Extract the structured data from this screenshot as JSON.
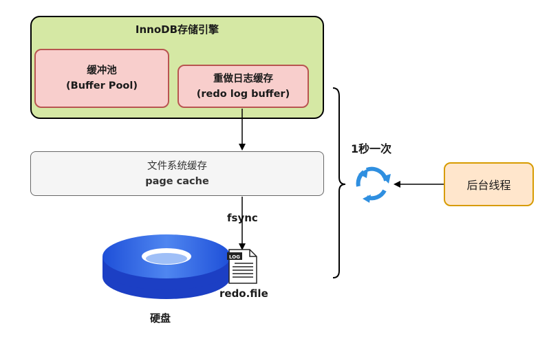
{
  "engine": {
    "title": "InnoDB存储引擎"
  },
  "buffer_pool": {
    "line1": "缓冲池",
    "line2": "(Buffer Pool)"
  },
  "redo_log_buffer": {
    "line1": "重做日志缓存",
    "line2": "(redo log buffer)"
  },
  "page_cache": {
    "line1": "文件系统缓存",
    "line2": "page cache"
  },
  "fsync_label": "fsync",
  "log_file": {
    "icon_text": "LOG",
    "name": "redo.file"
  },
  "disk_label": "硬盘",
  "interval_label": "1秒一次",
  "background_thread": "后台线程",
  "icons": {
    "refresh": "refresh-cycle-icon",
    "disk": "disk-icon",
    "log": "log-file-icon"
  },
  "colors": {
    "engine_fill": "#d5e8a4",
    "buffer_fill": "#f8cecc",
    "buffer_border": "#b85450",
    "cache_fill": "#f5f5f5",
    "thread_fill": "#ffe6cc",
    "thread_border": "#d79b00",
    "refresh_blue": "#2f8fe0"
  }
}
